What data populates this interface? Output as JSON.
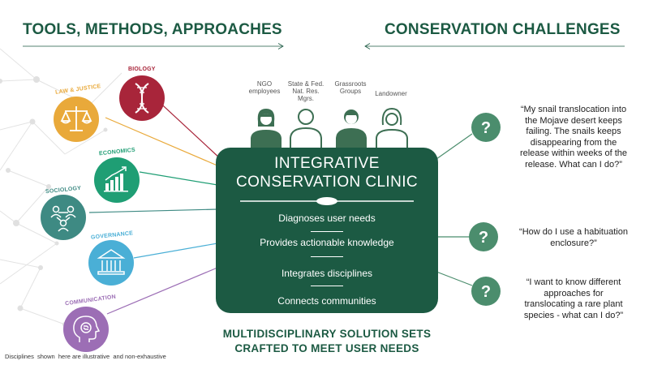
{
  "headers": {
    "left": "TOOLS, METHODS, APPROACHES",
    "right": "CONSERVATION CHALLENGES"
  },
  "disciplines": [
    {
      "label": "BIOLOGY",
      "icon": "dna-icon",
      "color": "#a8253a"
    },
    {
      "label": "LAW & JUSTICE",
      "icon": "scales-icon",
      "color": "#e9a93a"
    },
    {
      "label": "ECONOMICS",
      "icon": "bar-chart-icon",
      "color": "#1f9e74"
    },
    {
      "label": "SOCIOLOGY",
      "icon": "people-network-icon",
      "color": "#3e8a83"
    },
    {
      "label": "GOVERNANCE",
      "icon": "building-icon",
      "color": "#4aafd6"
    },
    {
      "label": "COMMUNICATION",
      "icon": "head-exchange-icon",
      "color": "#9c6eb5"
    }
  ],
  "personas": [
    {
      "label": "NGO\nemployees"
    },
    {
      "label": "State & Fed.\nNat. Res.\nMgrs."
    },
    {
      "label": "Grassroots\nGroups"
    },
    {
      "label": "Landowner"
    }
  ],
  "clinic": {
    "title_line1": "INTEGRATIVE",
    "title_line2": "CONSERVATION CLINIC",
    "items": [
      "Diagnoses user needs",
      "Provides actionable knowledge",
      "Integrates disciplines",
      "Connects communities"
    ]
  },
  "challenges": [
    {
      "quote": "“My snail translocation into\nthe Mojave desert keeps\nfailing. The snails keeps\ndisappearing from the\nrelease within weeks of the\nrelease. What can I do?”"
    },
    {
      "quote": "“How do I use a habituation\nenclosure?”"
    },
    {
      "quote": "“I want to know different\napproaches for\ntranslocating a rare plant\nspecies - what can I do?”"
    }
  ],
  "solution": {
    "line1": "MULTIDISCIPLINARY SOLUTION SETS",
    "line2": "CRAFTED TO MEET USER NEEDS"
  },
  "footnote": "Disciplines  shown  here are illustrative  and non-exhaustive",
  "colors": {
    "dark_green": "#1c5a43",
    "question_green": "#4b8d6d"
  }
}
